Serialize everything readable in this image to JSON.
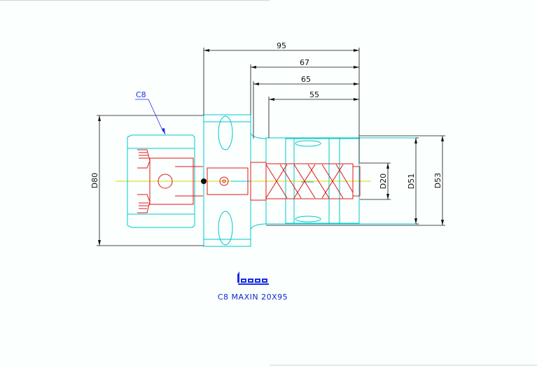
{
  "drawing": {
    "callout_label": "C8",
    "dimensions": {
      "len_95": "95",
      "len_67": "67",
      "len_65": "65",
      "len_55": "55",
      "dia_80": "D80",
      "dia_20": "D20",
      "dia_51": "D51",
      "dia_53": "D53"
    },
    "logo_text": "iscar",
    "part_name": "C8 MAXIN 20X95"
  },
  "colors": {
    "outline": "#00c8c8",
    "cutter": "#e01818",
    "dimension": "#111111",
    "centerline": "#d8d800",
    "annotation": "#1a2ce0"
  }
}
